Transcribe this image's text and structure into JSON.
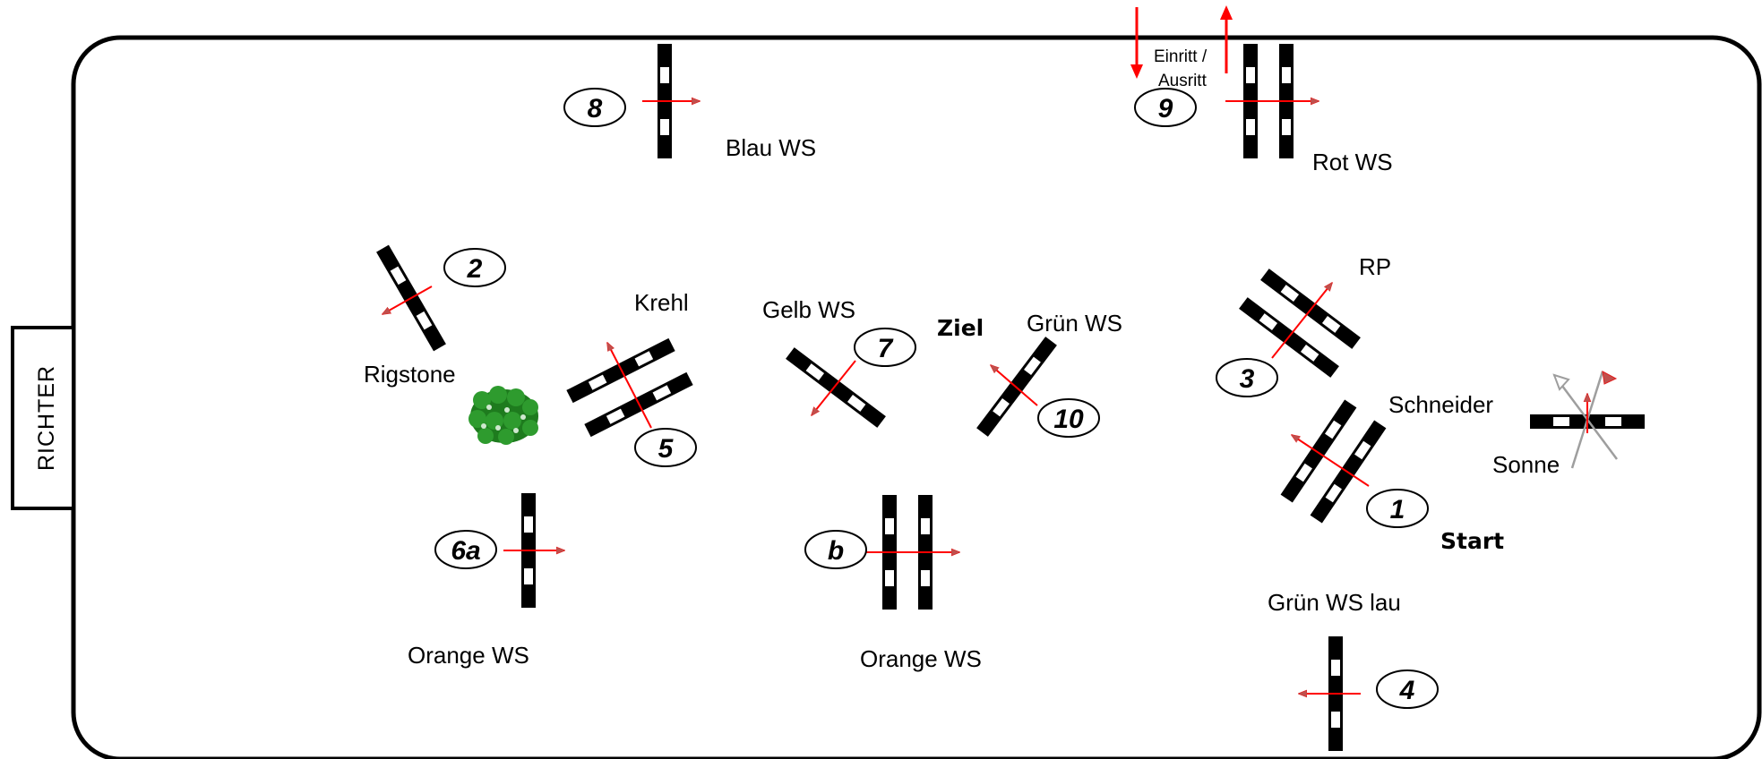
{
  "judge_box": {
    "label": "RICHTER"
  },
  "entry": {
    "label_line1": "Einritt /",
    "label_line2": "Ausritt"
  },
  "labels": {
    "blau": "Blau WS",
    "rot": "Rot WS",
    "rigstone": "Rigstone",
    "krehl": "Krehl",
    "gelb": "Gelb WS",
    "ziel": "Ziel",
    "gruen": "Grün WS",
    "rp": "RP",
    "schneider": "Schneider",
    "sonne": "Sonne",
    "start": "Start",
    "gruen_lau": "Grün WS lau",
    "orange_left": "Orange WS",
    "orange_mid": "Orange WS"
  },
  "obstacle_numbers": {
    "n1": "1",
    "n2": "2",
    "n3": "3",
    "n4": "4",
    "n5": "5",
    "n6a": "6a",
    "n7": "7",
    "nb": "b",
    "n8": "8",
    "n9": "9",
    "n10": "10"
  },
  "colors": {
    "arrow": "#ff0000",
    "arrowhead_fill": "#c0504d",
    "pole": "#000000",
    "pole_stripe": "#ffffff",
    "shrub": "#2e8b2e",
    "sonne_flag": "#9e9e9e"
  }
}
